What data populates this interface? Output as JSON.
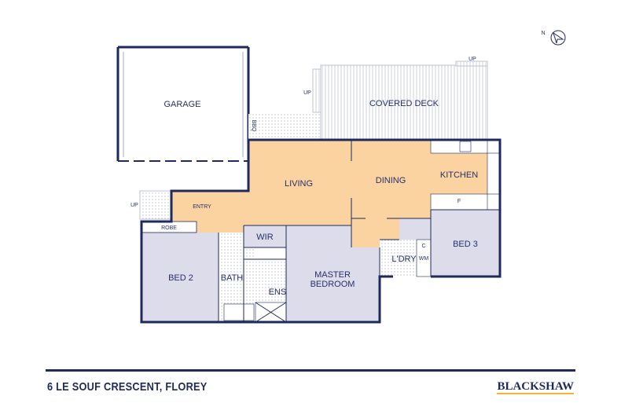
{
  "plan": {
    "rooms": {
      "garage": "GARAGE",
      "covered_deck": "COVERED DECK",
      "bbq": "BBQ",
      "living": "LIVING",
      "dining": "DINING",
      "kitchen": "KITCHEN",
      "entry": "ENTRY",
      "robe": "ROBE",
      "bed2": "BED 2",
      "bath": "BATH",
      "wir": "WIR",
      "ens": "ENS",
      "master": "MASTER",
      "master2": "BEDROOM",
      "laundry": "L'DRY",
      "bed3": "BED 3"
    },
    "fixtures": {
      "fridge": "F",
      "cupboard": "C",
      "washing_machine": "WM"
    },
    "stairs": {
      "deck_up": "UP",
      "patio_up": "UP",
      "entry_up": "UP"
    },
    "north": "N"
  },
  "colors": {
    "navy": "#1f2a5c",
    "living": "#fbd3a0",
    "bedroom": "#dcdcea",
    "accent": "#f5b335"
  },
  "footer": {
    "address": "6 LE SOUF CRESCENT, FLOREY",
    "brand": "BLACKSHAW"
  }
}
